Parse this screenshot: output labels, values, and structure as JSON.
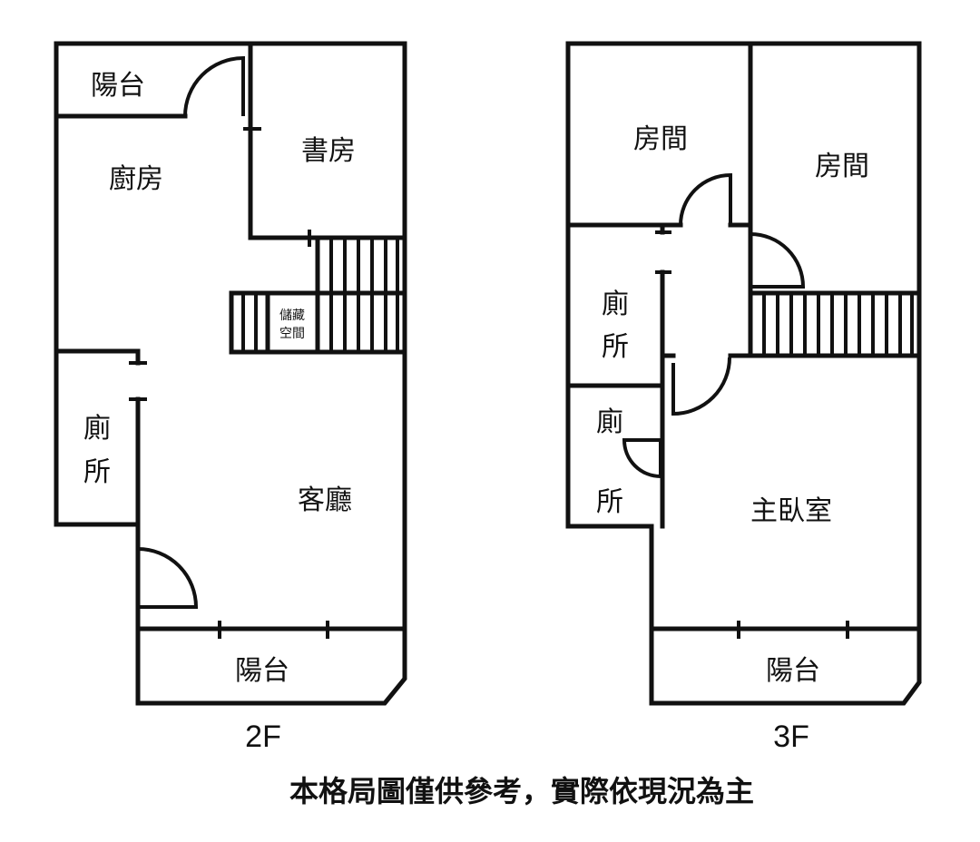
{
  "floor_2": {
    "label": "2F",
    "rooms": {
      "balcony_top": "陽台",
      "kitchen": "廚房",
      "study": "書房",
      "storage_line1": "儲藏",
      "storage_line2": "空間",
      "toilet_char1": "廁",
      "toilet_char2": "所",
      "living_room": "客廳",
      "balcony_bottom": "陽台"
    }
  },
  "floor_3": {
    "label": "3F",
    "rooms": {
      "room_left": "房間",
      "room_right": "房間",
      "toilet_a_char1": "廁",
      "toilet_a_char2": "所",
      "toilet_b_char1": "廁",
      "toilet_b_char2": "所",
      "master_bedroom": "主臥室",
      "balcony": "陽台"
    }
  },
  "caption": "本格局圖僅供參考，實際依現況為主"
}
